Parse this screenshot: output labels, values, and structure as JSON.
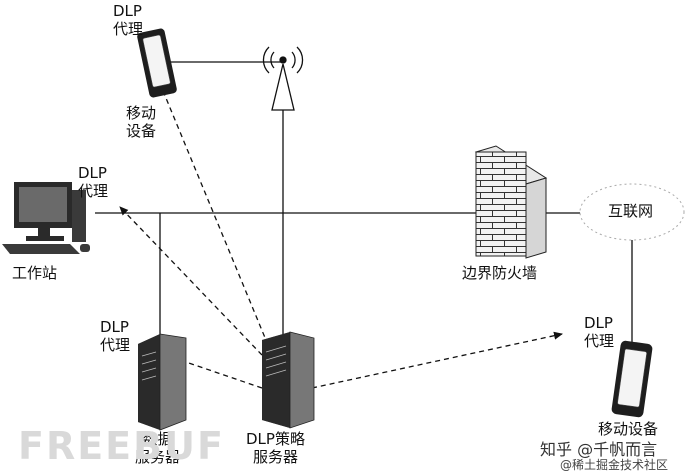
{
  "labels": {
    "mobile_top_agent_1": "DLP",
    "mobile_top_agent_2": "代理",
    "mobile_top_1": "移动",
    "mobile_top_2": "设备",
    "ws_agent_1": "DLP",
    "ws_agent_2": "代理",
    "workstation": "工作站",
    "firewall": "边界防火墙",
    "internet": "互联网",
    "data_agent_1": "DLP",
    "data_agent_2": "代理",
    "data_server_1": "数据",
    "data_server_2": "服务器",
    "policy_server_1": "DLP策略",
    "policy_server_2": "服务器",
    "mobile_right_agent_1": "DLP",
    "mobile_right_agent_2": "代理",
    "mobile_right": "移动设备"
  },
  "watermarks": {
    "freebuf": "FREEBUF",
    "zhihu": "知乎 @千帆而言",
    "juejin": "@稀土掘金技术社区"
  },
  "colors": {
    "line": "#111111",
    "device_dark": "#1e1e1e",
    "device_mid": "#5a5a5a",
    "brick": "#efefef",
    "watermark": "#d9d9d9"
  }
}
